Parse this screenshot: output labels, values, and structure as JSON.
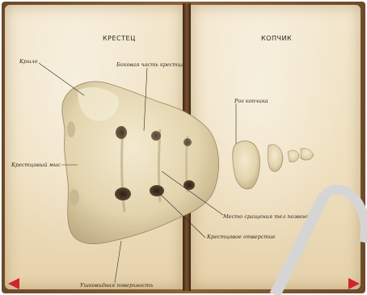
{
  "left_page": {
    "title": "КРЕСТЕЦ",
    "labels": {
      "wing": "Крыло",
      "lateral_part": "Боковая часть крестца",
      "promontory": "Крестцовый мыс",
      "fusion_site": "Место сращения тел позвонков",
      "foramen": "Крестцовое отверстие",
      "auricular_surface": "Ушковидная поверхность"
    }
  },
  "right_page": {
    "title": "КОПЧИК",
    "labels": {
      "horn": "Рог копчика"
    }
  },
  "colors": {
    "page": "#f0e2c4",
    "bone": "#e8dcb8",
    "nav_arrow": "#d0252a"
  },
  "navigation": {
    "prev_icon": "triangle-left-icon",
    "next_icon": "triangle-right-icon"
  }
}
